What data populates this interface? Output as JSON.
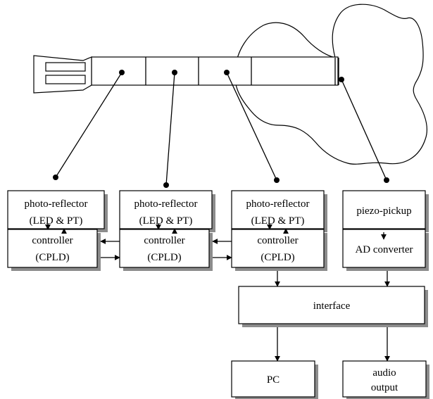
{
  "blocks": {
    "photo_reflector_1": {
      "line1": "photo-reflector",
      "line2": "(LED & PT)"
    },
    "photo_reflector_2": {
      "line1": "photo-reflector",
      "line2": "(LED & PT)"
    },
    "photo_reflector_3": {
      "line1": "photo-reflector",
      "line2": "(LED & PT)"
    },
    "piezo_pickup": {
      "label": "piezo-pickup"
    },
    "controller_1": {
      "line1": "controller",
      "line2": "(CPLD)"
    },
    "controller_2": {
      "line1": "controller",
      "line2": "(CPLD)"
    },
    "controller_3": {
      "line1": "controller",
      "line2": "(CPLD)"
    },
    "ad_converter": {
      "label": "AD converter"
    },
    "interface": {
      "label": "interface"
    },
    "pc": {
      "label": "PC"
    },
    "audio_output": {
      "line1": "audio",
      "line2": "output"
    }
  },
  "colors": {
    "stroke": "#000000",
    "box_fill": "#ffffff",
    "box_shadow": "#8c8c8c"
  }
}
